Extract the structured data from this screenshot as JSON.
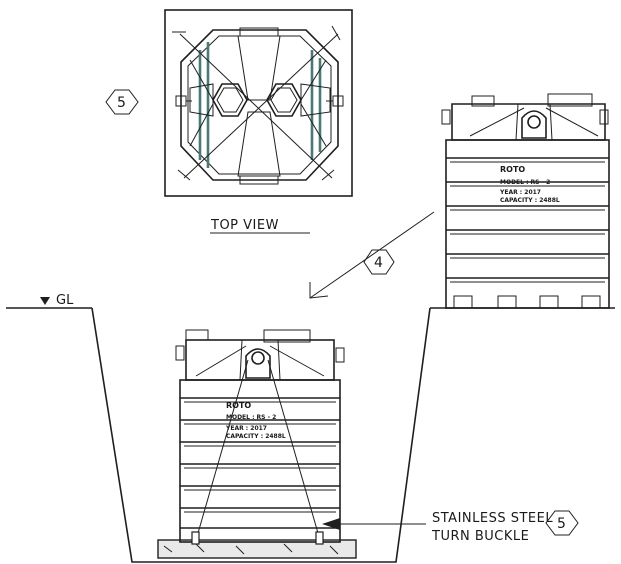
{
  "labels": {
    "top_view": "TOP VIEW",
    "ground_level": "GL",
    "callout_top": "5",
    "callout_arrow": "4",
    "callout_bottom": "5",
    "stainless_line1": "STAINLESS STEEL",
    "stainless_line2": "TURN BUCKLE"
  },
  "tank_upper": {
    "brand": "ROTO",
    "model": "MODEL : RS - 2",
    "year": "YEAR : 2017",
    "capacity": "CAPACITY : 2488L"
  },
  "tank_lower": {
    "brand": "ROTO",
    "model": "MODEL : RS - 2",
    "year": "YEAR : 2017",
    "capacity": "CAPACITY : 2488L"
  }
}
